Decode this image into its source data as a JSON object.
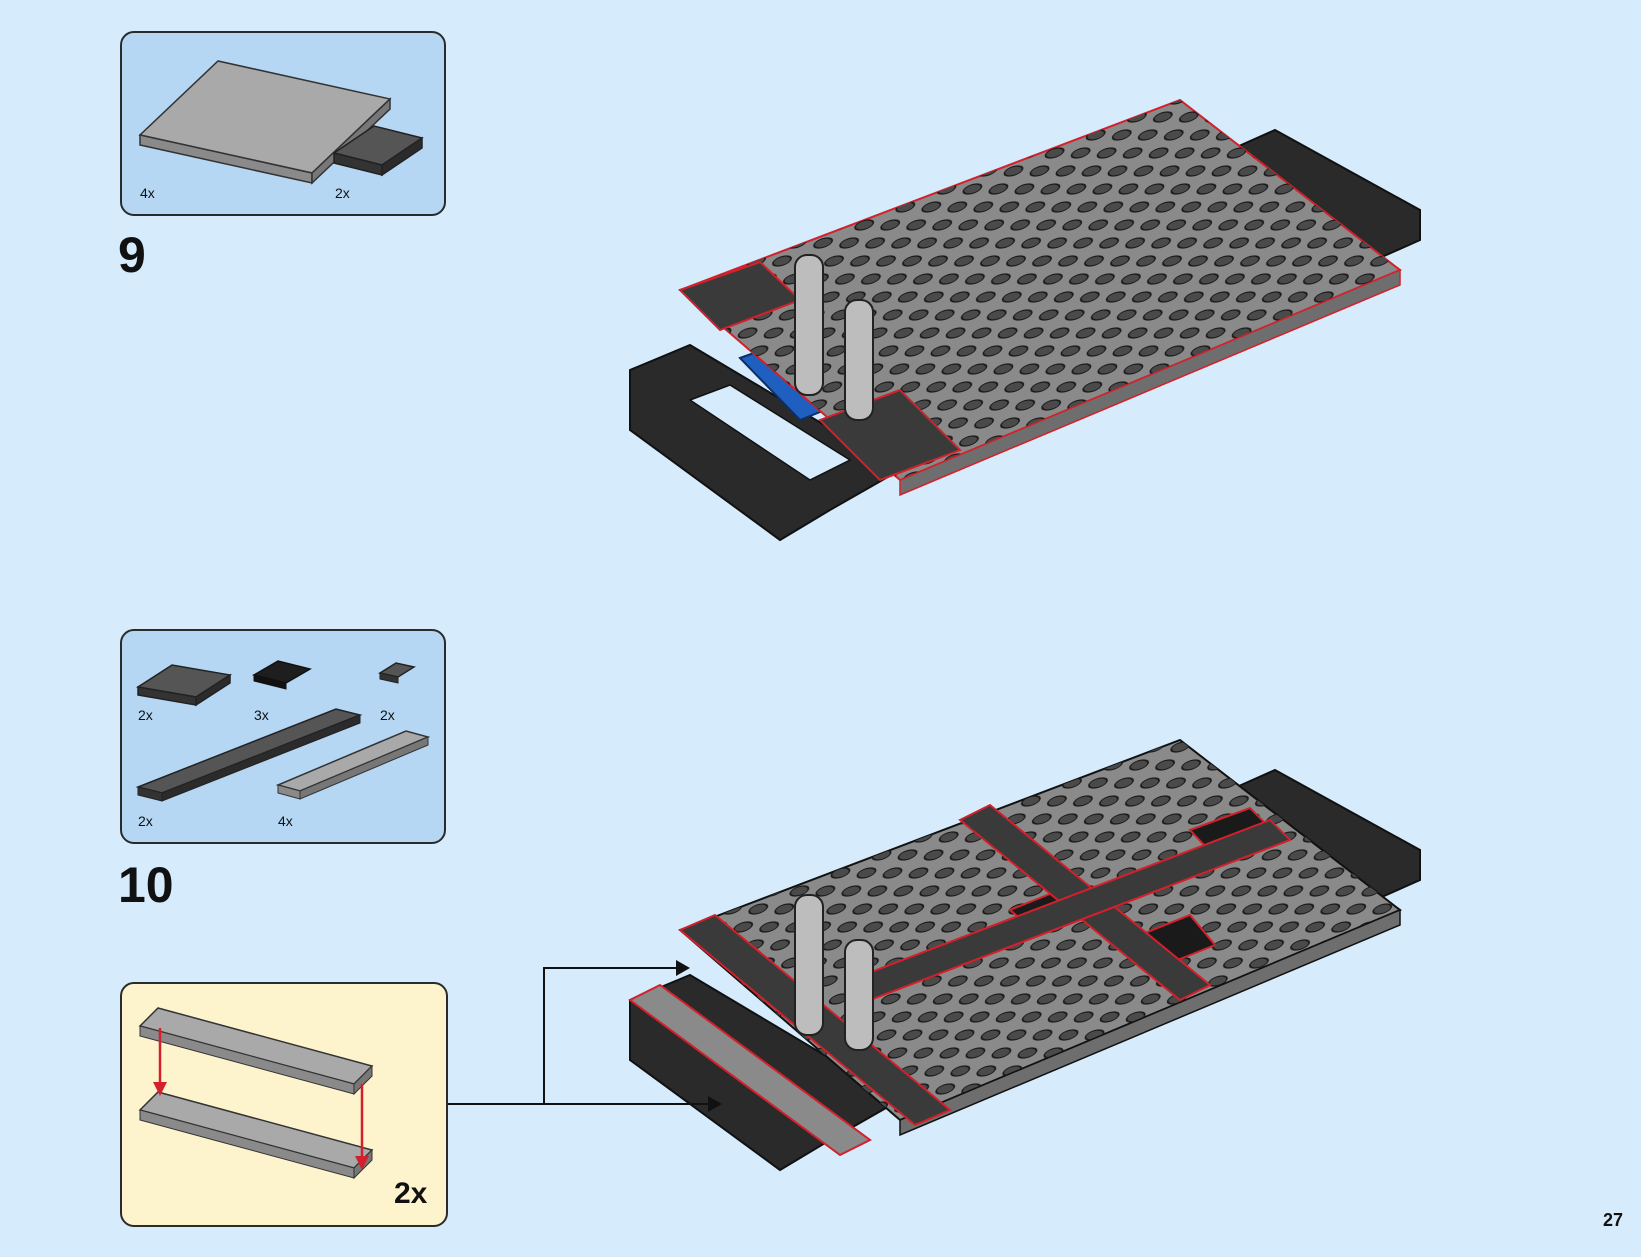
{
  "page": {
    "number": "27"
  },
  "steps": [
    {
      "number": "9",
      "parts": [
        {
          "qty": "4x",
          "name": "light-gray-plate-4x10"
        },
        {
          "qty": "2x",
          "name": "dark-gray-plate-2x4"
        }
      ]
    },
    {
      "number": "10",
      "parts": [
        {
          "qty": "2x",
          "name": "dark-gray-plate-2x4"
        },
        {
          "qty": "3x",
          "name": "black-tile-2x2"
        },
        {
          "qty": "2x",
          "name": "dark-gray-plate-1x2"
        },
        {
          "qty": "2x",
          "name": "dark-gray-plate-1x12"
        },
        {
          "qty": "4x",
          "name": "light-gray-plate-1x8"
        }
      ],
      "subassembly": {
        "qty": "2x"
      }
    }
  ],
  "colors": {
    "background": "#d6ebfb",
    "parts_box": "#b5d7f3",
    "subassembly_box": "#fdf3cd",
    "highlight": "#d4202a",
    "technic_blue": "#1f5fbf"
  }
}
